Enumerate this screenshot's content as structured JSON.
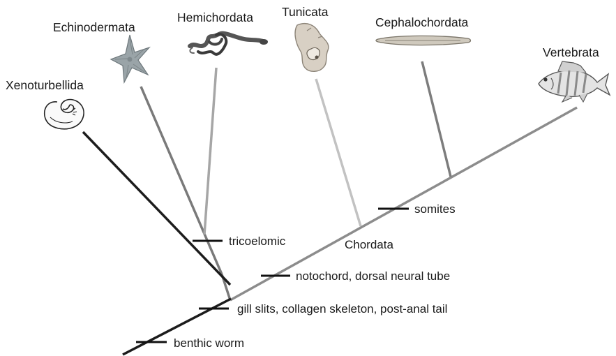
{
  "taxa": {
    "xenoturbellida": "Xenoturbellida",
    "echinodermata": "Echinodermata",
    "hemichordata": "Hemichordata",
    "tunicata": "Tunicata",
    "cephalochordata": "Cephalochordata",
    "vertebrata": "Vertebrata"
  },
  "clade": {
    "chordata": "Chordata"
  },
  "traits": {
    "benthic_worm": "benthic worm",
    "gill_slits": "gill slits, collagen skeleton, post-anal tail",
    "notochord": "notochord, dorsal neural tube",
    "tricoelomic": "tricoelomic",
    "somites": "somites"
  },
  "colors": {
    "root_branch": "#1c1c1c",
    "chordate_branch": "#8c8c8c",
    "tunicate_branch": "#c2c2c2",
    "ambulacraria_branch": "#7a7a7a",
    "trait_tick": "#111111"
  },
  "icons": [
    "acoel-worm-icon",
    "starfish-icon",
    "acorn-worm-icon",
    "sea-squirt-icon",
    "lancelet-icon",
    "perch-fish-icon"
  ]
}
